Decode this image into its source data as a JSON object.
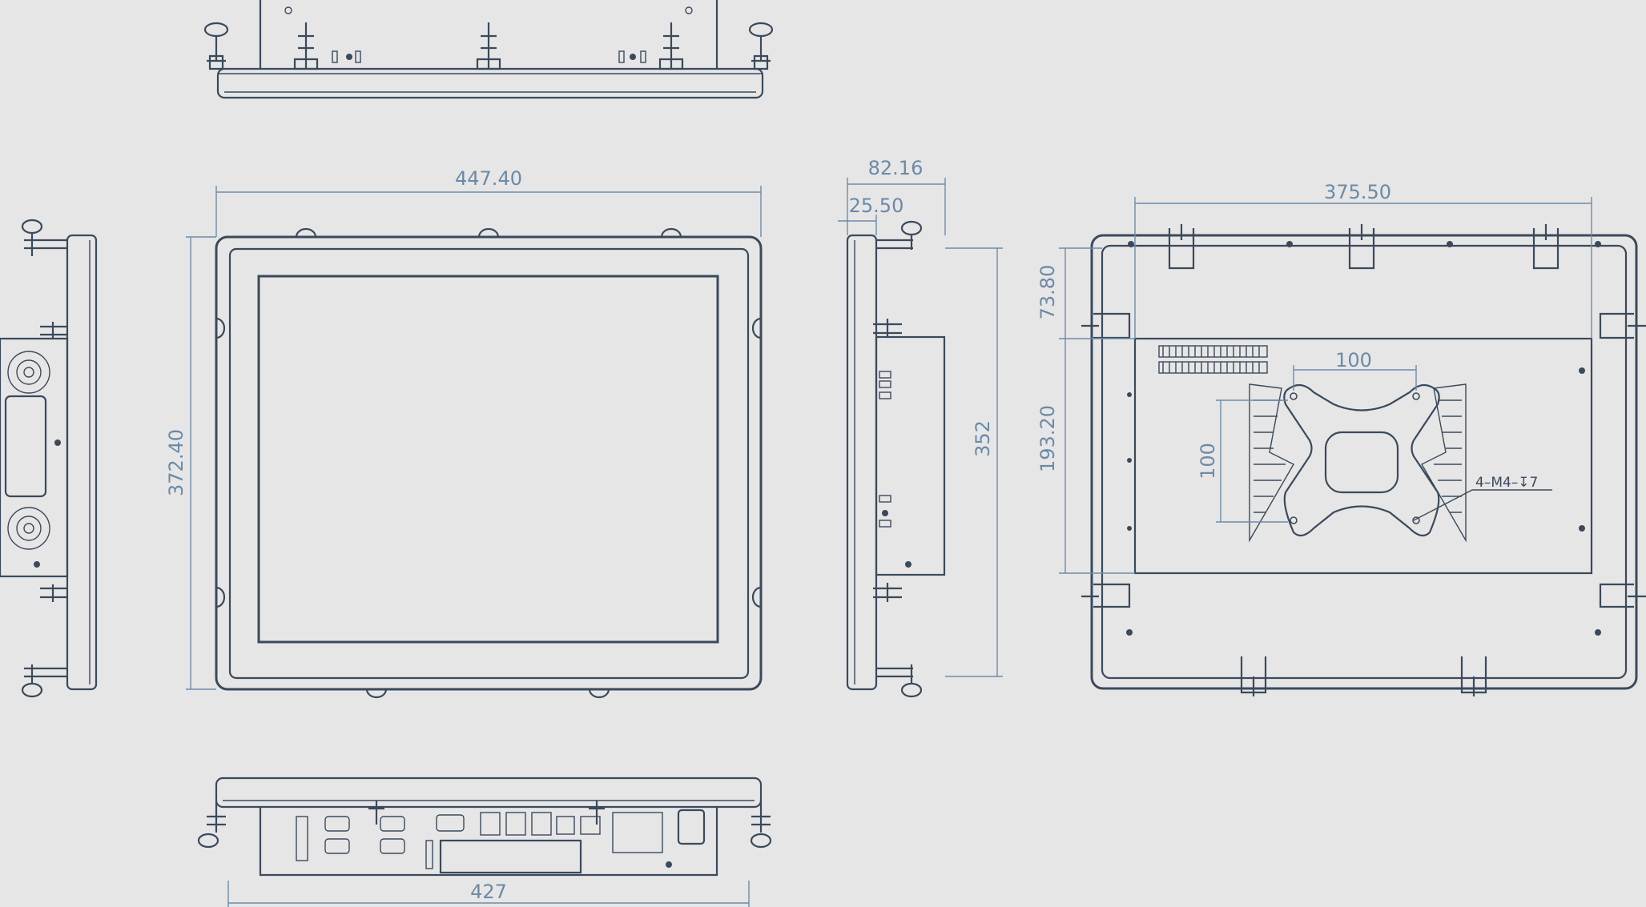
{
  "dimensions": {
    "front_width": "447.40",
    "front_height": "372.40",
    "side_depth_total": "82.16",
    "side_depth_bezel": "25.50",
    "side_height": "352",
    "rear_width": "375.50",
    "rear_offset_top": "73.80",
    "rear_offset_mid": "193.20",
    "vesa_horizontal": "100",
    "vesa_vertical": "100",
    "bottom_width": "427"
  },
  "notes": {
    "vesa_screw_spec": "4–M4–↧7"
  },
  "colors": {
    "background": "#e6e6e6",
    "line": "#3a4a5c",
    "dimension": "#6b8aa6"
  }
}
